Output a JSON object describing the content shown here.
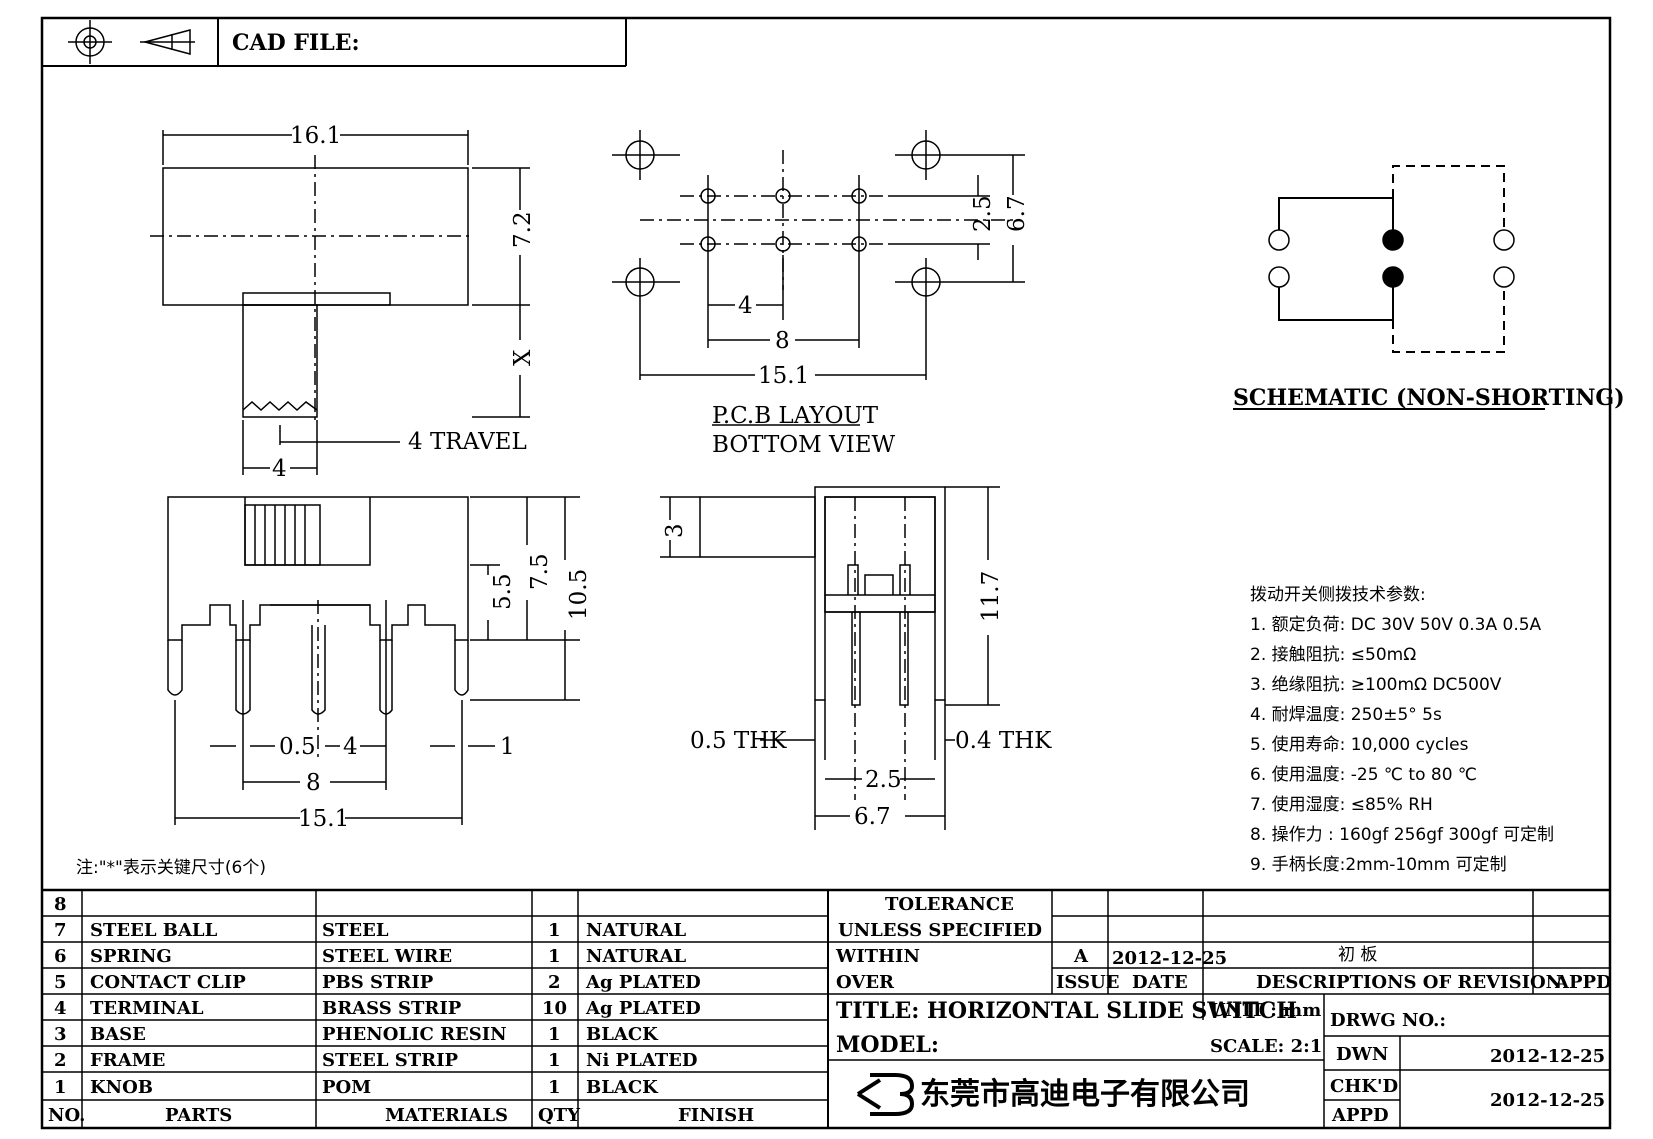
{
  "header": {
    "cad_file_label": "CAD FILE:"
  },
  "top_view": {
    "width_dim": "16.1",
    "height_dim": "7.2",
    "x_dim": "X",
    "knob_width_dim": "4",
    "travel_label": "4 TRAVEL"
  },
  "pcb_layout": {
    "dim_2_5": "2.5",
    "dim_6_7": "6.7",
    "dim_4": "4",
    "dim_8": "8",
    "dim_15_1": "15.1",
    "title_line1": "P.C.B LAYOUT",
    "title_line2": "BOTTOM VIEW"
  },
  "schematic": {
    "title": "SCHEMATIC (NON-SHORTING)"
  },
  "front_view": {
    "dim_5_5": "5.5",
    "dim_7_5": "7.5",
    "dim_10_5": "10.5",
    "dim_0_5": "0.5",
    "dim_4": "4",
    "dim_1": "1",
    "dim_8": "8",
    "dim_15_1": "15.1"
  },
  "side_view": {
    "dim_3": "3",
    "dim_11_7": "11.7",
    "thk_left": "0.5 THK",
    "thk_right": "0.4 THK",
    "dim_2_5": "2.5",
    "dim_6_7": "6.7"
  },
  "note": "注:\"*\"表示关键尺寸(6个)",
  "specs": {
    "title": "拨动开关侧拨技术参数:",
    "items": [
      "1.  额定负荷: DC 30V     50V     0.3A     0.5A",
      "2.  接触阻抗: ≤50mΩ",
      "3.  绝缘阻抗: ≥100mΩ   DC500V",
      "4.  耐焊温度: 250±5°  5s",
      "5.  使用寿命: 10,000 cycles",
      "6.  使用温度: -25 ℃  to 80 ℃",
      "7.  使用湿度: ≤85% RH",
      "8.  操作力 : 160gf    256gf    300gf  可定制",
      "9.  手柄长度:2mm-10mm   可定制"
    ]
  },
  "bom": {
    "columns": [
      "NO.",
      "PARTS",
      "MATERIALS",
      "QTY",
      "FINISH"
    ],
    "rows": [
      {
        "no": "8",
        "part": "",
        "material": "",
        "qty": "",
        "finish": ""
      },
      {
        "no": "7",
        "part": "STEEL BALL",
        "material": "STEEL",
        "qty": "1",
        "finish": "NATURAL"
      },
      {
        "no": "6",
        "part": "SPRING",
        "material": "STEEL WIRE",
        "qty": "1",
        "finish": "NATURAL"
      },
      {
        "no": "5",
        "part": "CONTACT CLIP",
        "material": "PBS STRIP",
        "qty": "2",
        "finish": "Ag PLATED"
      },
      {
        "no": "4",
        "part": "TERMINAL",
        "material": "BRASS STRIP",
        "qty": "10",
        "finish": "Ag PLATED"
      },
      {
        "no": "3",
        "part": "BASE",
        "material": "PHENOLIC RESIN",
        "qty": "1",
        "finish": "BLACK"
      },
      {
        "no": "2",
        "part": "FRAME",
        "material": "STEEL STRIP",
        "qty": "1",
        "finish": "Ni PLATED"
      },
      {
        "no": "1",
        "part": "KNOB",
        "material": "POM",
        "qty": "1",
        "finish": "BLACK"
      }
    ]
  },
  "title_block": {
    "tolerance": "TOLERANCE",
    "unless_specified": "UNLESS   SPECIFIED",
    "within": "WITHIN",
    "over": "OVER",
    "issue_value": "A",
    "issue_date": "2012-12-25",
    "revision_desc": "初 板",
    "issue_label": "ISSUE",
    "date_label": "DATE",
    "desc_label": "DESCRIPTIONS OF REVISION",
    "appd_label": "APPD",
    "title": "TITLE: HORIZONTAL SLIDE SWITCH",
    "unit": "UNIT : mm",
    "drwg_no": "DRWG NO.:",
    "model": "MODEL:",
    "scale": "SCALE: 2:1",
    "dwn": "DWN",
    "dwn_date": "2012-12-25",
    "chkd": "CHK'D",
    "appd": "APPD",
    "appd_date": "2012-12-25",
    "company": "东莞市高迪电子有限公司"
  }
}
